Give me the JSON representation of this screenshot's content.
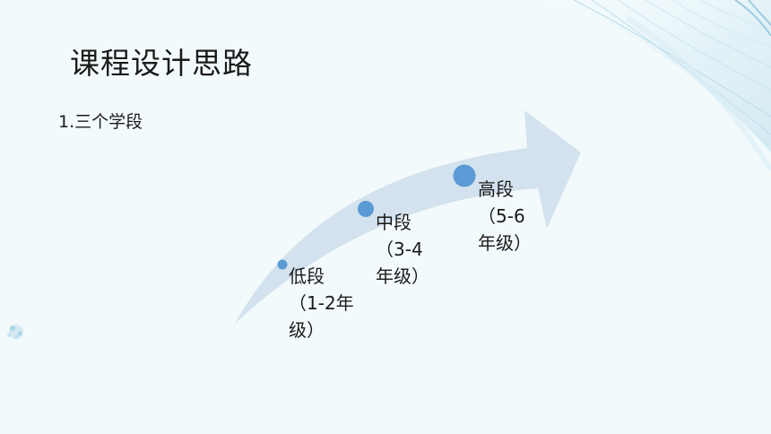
{
  "slide": {
    "title": "课程设计思路",
    "subtitle": "1.三个学段"
  },
  "stages": [
    {
      "line1": "低段",
      "line2": "（1-2年",
      "line3": "级）"
    },
    {
      "line1": "中段",
      "line2": "（3-4",
      "line3": "年级）"
    },
    {
      "line1": "高段",
      "line2": "（5-6",
      "line3": "年级）"
    }
  ],
  "colors": {
    "background": "#f2fafc",
    "arrow": "#d3e2ee",
    "marker": "#5b9bd5",
    "text": "#1a1a1a"
  },
  "icons": {
    "arrow": "curved-arrow-icon",
    "marker": "circle-marker-icon",
    "decoration": "feather-decoration"
  }
}
